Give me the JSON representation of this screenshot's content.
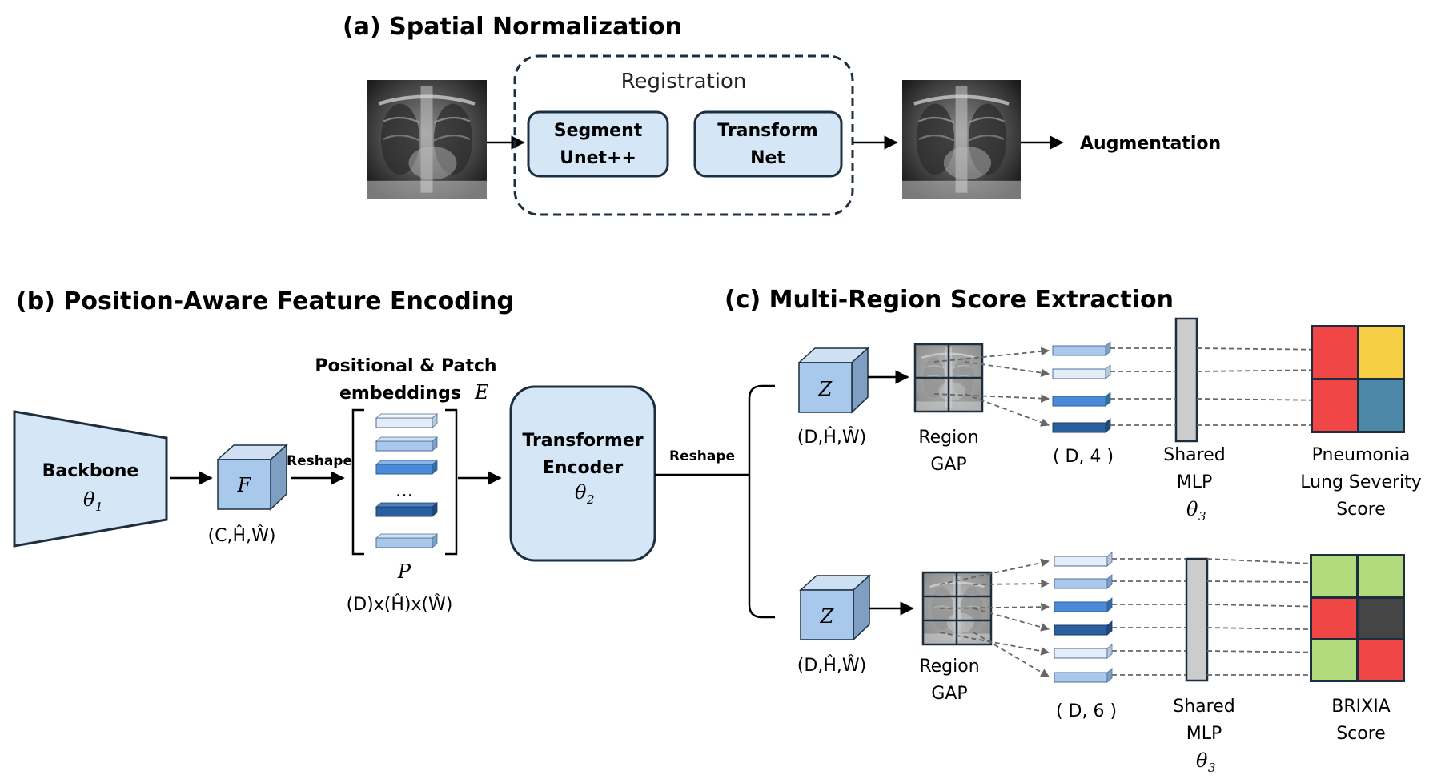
{
  "section_a": {
    "title": "(a)  Spatial Normalization",
    "registration_label": "Registration",
    "segment_box": [
      "Segment",
      "Unet++"
    ],
    "transform_box": [
      "Transform",
      "Net"
    ],
    "augmentation": "Augmentation"
  },
  "section_b": {
    "title": "(b)  Position-Aware  Feature  Encoding",
    "backbone": "Backbone",
    "theta1": "θ",
    "theta1_sub": "1",
    "feature_symbol": "F",
    "feature_dims": "(C,Ĥ,Ŵ)",
    "reshape": "Reshape",
    "embeddings_title": [
      "Positional & Patch",
      "embeddings"
    ],
    "embeddings_symbol": "E",
    "dots": "…",
    "patch_symbol": "P",
    "patch_dims": "(D)x(Ĥ)x(Ŵ)",
    "transformer": [
      "Transformer",
      "Encoder"
    ],
    "theta2": "θ",
    "theta2_sub": "2"
  },
  "section_c": {
    "title": "(c)  Multi-Region  Score  Extraction",
    "reshape": "Reshape",
    "z_symbol": "Z",
    "z_dims": "(D,Ĥ,Ŵ)",
    "region_gap": [
      "Region",
      "GAP"
    ],
    "dims_top": "( D, 4 )",
    "dims_bottom": "( D, 6 )",
    "shared_mlp": [
      "Shared",
      "MLP"
    ],
    "theta3": "θ",
    "theta3_sub": "3",
    "score_top": [
      "Pneumonia",
      "Lung Severity",
      "Score"
    ],
    "score_bottom": [
      "BRIXIA",
      "Score"
    ]
  },
  "colors": {
    "box_fill": "#d5e6f6",
    "box_stroke": "#1d2f3f",
    "token_light": "#e3edf8",
    "token_mid": "#a9c8ec",
    "token_blue": "#4a8ad6",
    "token_dark": "#295f9f",
    "cube_front": "#a9c9ec",
    "red": "#f04646",
    "yellow": "#f6cf44",
    "teal": "#4e88a8",
    "green": "#b1db7c",
    "dark_gray": "#454545",
    "mlp_gray": "#cccccc"
  }
}
